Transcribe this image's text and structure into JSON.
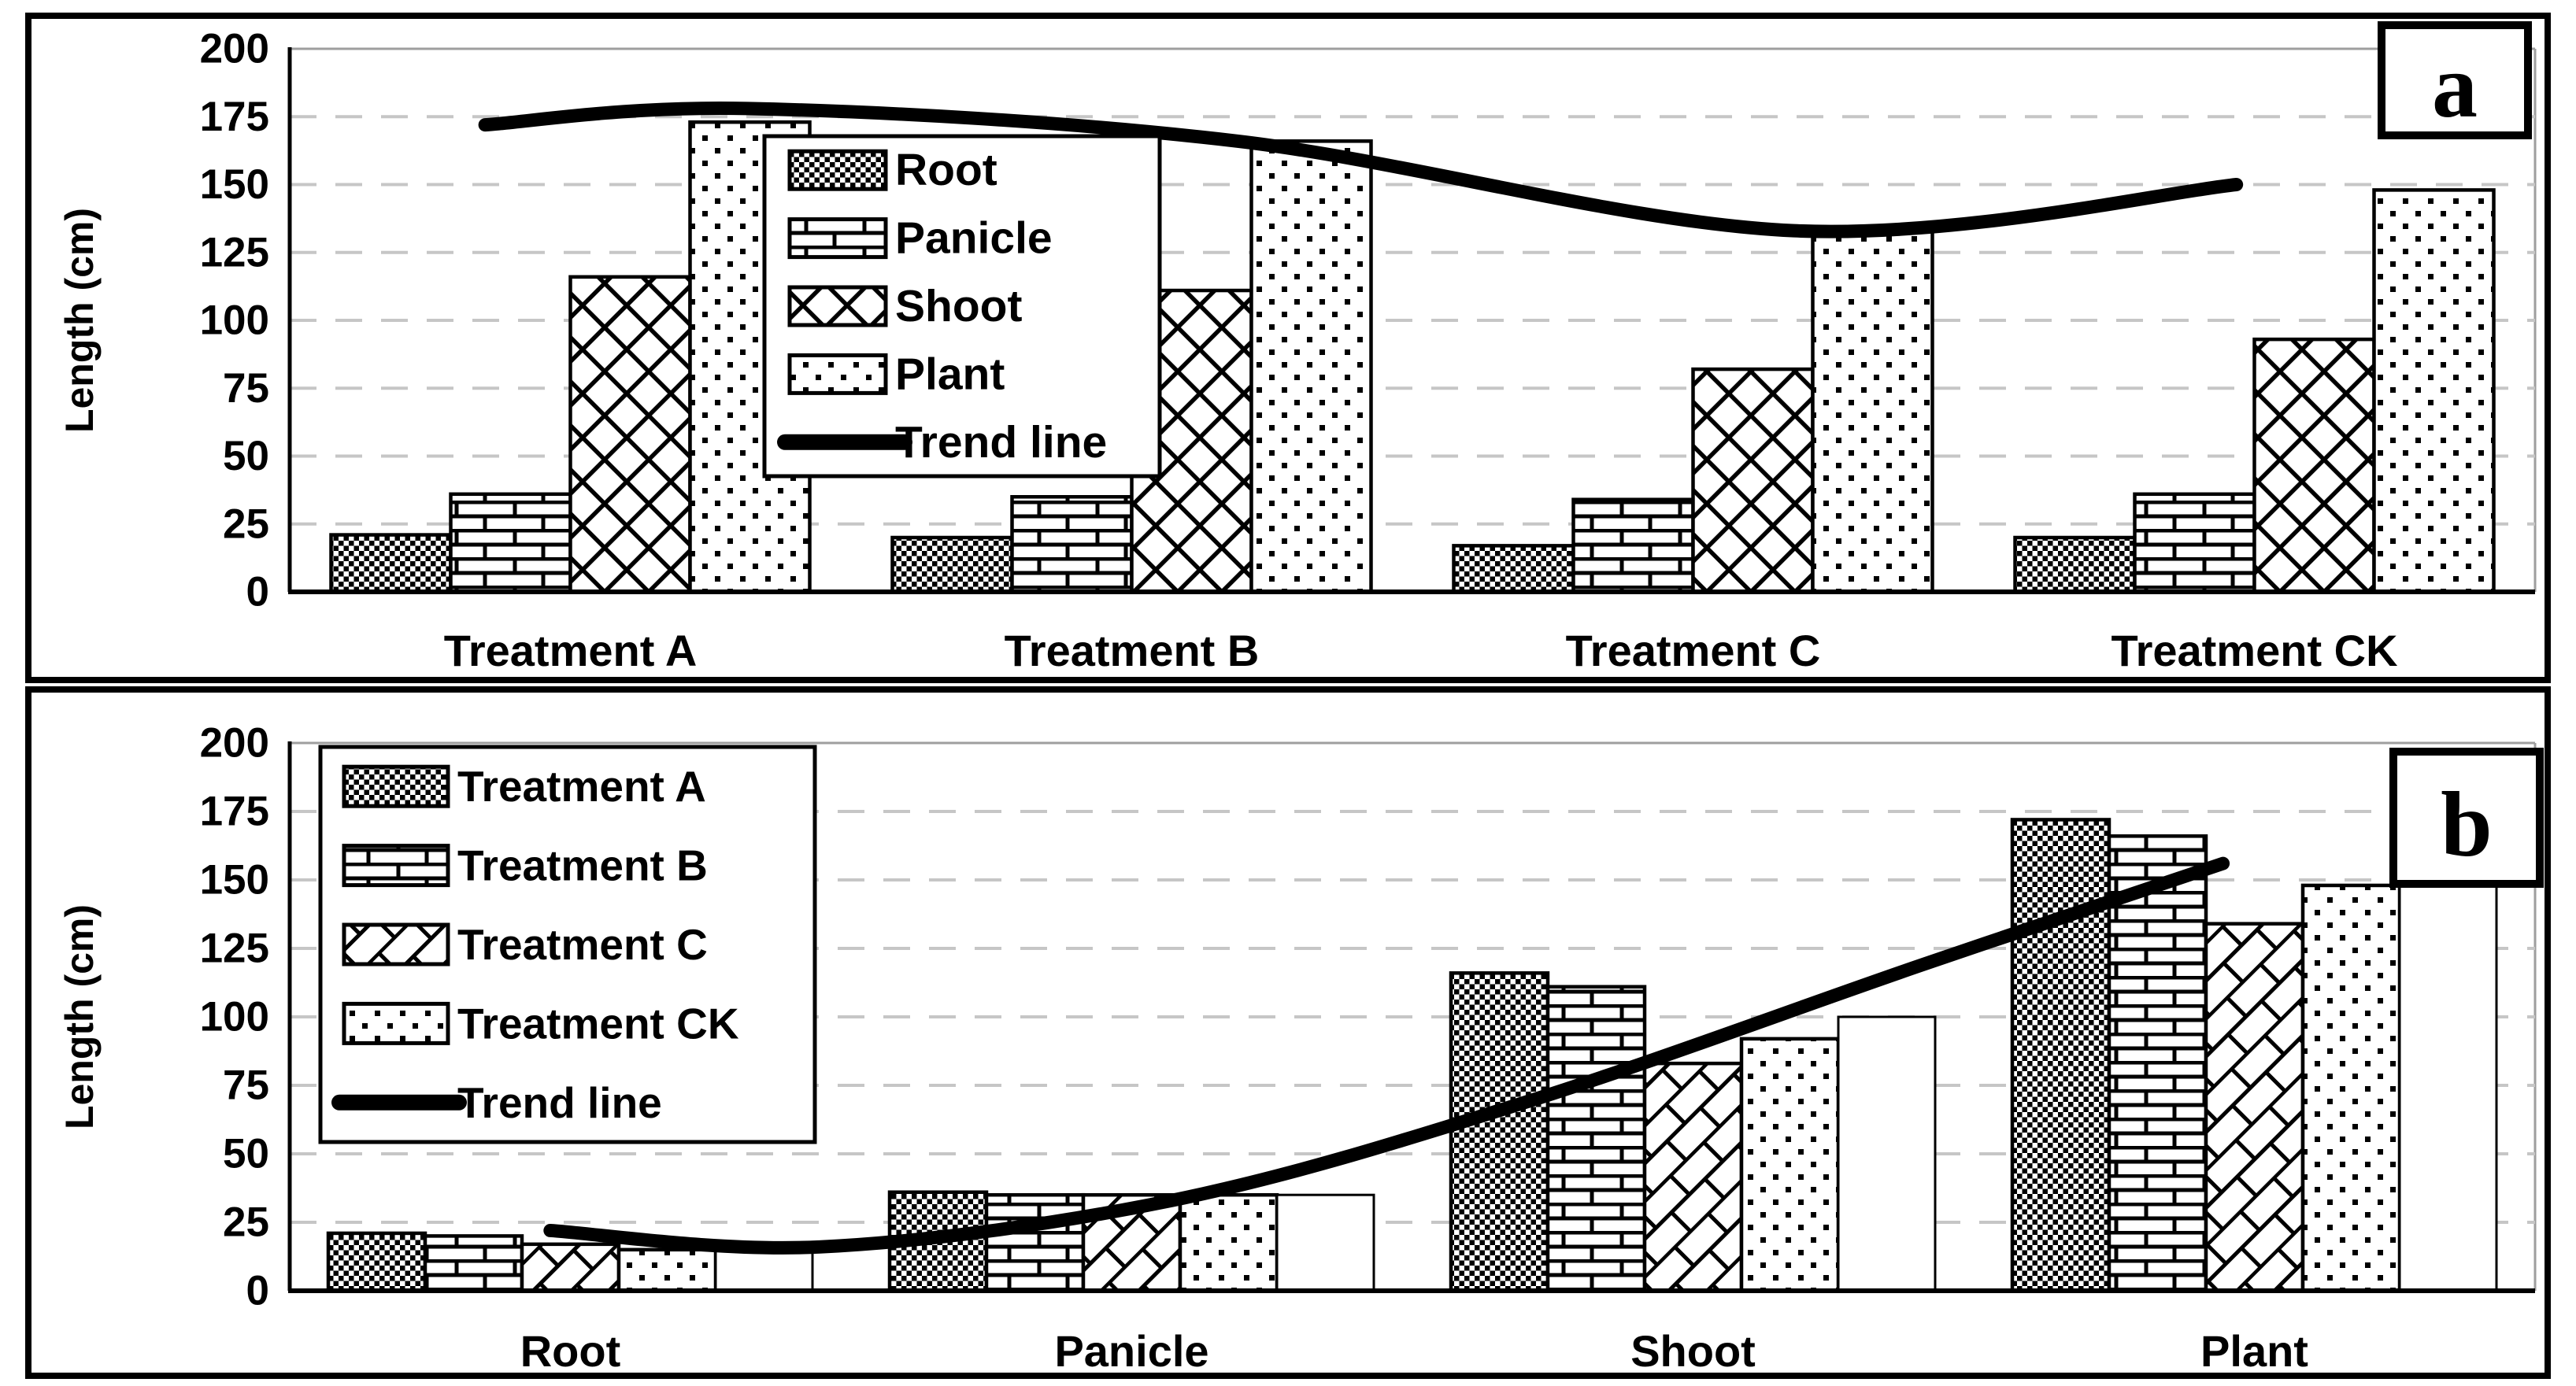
{
  "page": {
    "background": "#ffffff",
    "ink": "#000000",
    "grid_color": "#c6c6c6",
    "frame_color": "#9e9e9e"
  },
  "chart_data": [
    {
      "type": "bar",
      "panel_label": "a",
      "ylabel": "Length (cm)",
      "ylim": [
        0,
        200
      ],
      "ytick_step": 25,
      "yticks": [
        "0",
        "25",
        "50",
        "75",
        "100",
        "125",
        "150",
        "175",
        "200"
      ],
      "grid": "horizontal dashed",
      "legend_position": "inside upper-middle-left",
      "categories": [
        "Treatment A",
        "Treatment B",
        "Treatment C",
        "Treatment CK"
      ],
      "series": [
        {
          "name": "Root",
          "pattern": "checker",
          "values": [
            21,
            20,
            17,
            20
          ]
        },
        {
          "name": "Panicle",
          "pattern": "brick",
          "values": [
            36,
            35,
            34,
            36
          ]
        },
        {
          "name": "Shoot",
          "pattern": "diamond",
          "values": [
            116,
            111,
            82,
            93
          ]
        },
        {
          "name": "Plant",
          "pattern": "dots",
          "values": [
            173,
            166,
            134,
            148
          ]
        }
      ],
      "trend": {
        "name": "Trend line",
        "points": [
          {
            "x": 0.087,
            "y": 172
          },
          {
            "x": 0.204,
            "y": 178
          },
          {
            "x": 0.422,
            "y": 166
          },
          {
            "x": 0.67,
            "y": 133
          },
          {
            "x": 0.867,
            "y": 150
          }
        ]
      },
      "legend": [
        {
          "label": "Root",
          "swatch": "checker"
        },
        {
          "label": "Panicle",
          "swatch": "brick"
        },
        {
          "label": "Shoot",
          "swatch": "diamond"
        },
        {
          "label": "Plant",
          "swatch": "dots"
        },
        {
          "label": "Trend line",
          "swatch": "line"
        }
      ]
    },
    {
      "type": "bar",
      "panel_label": "b",
      "ylabel": "Length (cm)",
      "ylim": [
        0,
        200
      ],
      "ytick_step": 25,
      "yticks": [
        "0",
        "25",
        "50",
        "75",
        "100",
        "125",
        "150",
        "175",
        "200"
      ],
      "grid": "horizontal dashed",
      "legend_position": "inside upper-left",
      "categories": [
        "Root",
        "Panicle",
        "Shoot",
        "Plant"
      ],
      "series": [
        {
          "name": "Treatment A",
          "pattern": "checker",
          "values": [
            21,
            36,
            116,
            172
          ]
        },
        {
          "name": "Treatment B",
          "pattern": "brick",
          "values": [
            20,
            35,
            111,
            166
          ]
        },
        {
          "name": "Treatment C",
          "pattern": "diagbrick",
          "values": [
            17,
            35,
            83,
            134
          ]
        },
        {
          "name": "Treatment CK",
          "pattern": "dots",
          "values": [
            15,
            35,
            92,
            148
          ]
        },
        {
          "name": "",
          "pattern": "white",
          "values": [
            15,
            35,
            100,
            155
          ]
        }
      ],
      "trend": {
        "name": "Trend line",
        "points": [
          {
            "x": 0.116,
            "y": 22
          },
          {
            "x": 0.236,
            "y": 16
          },
          {
            "x": 0.393,
            "y": 33
          },
          {
            "x": 0.551,
            "y": 69
          },
          {
            "x": 0.727,
            "y": 119
          },
          {
            "x": 0.861,
            "y": 156
          }
        ]
      },
      "legend": [
        {
          "label": "Treatment A",
          "swatch": "checker"
        },
        {
          "label": "Treatment B",
          "swatch": "brick"
        },
        {
          "label": "Treatment C",
          "swatch": "diagbrick"
        },
        {
          "label": "Treatment CK",
          "swatch": "dots"
        },
        {
          "label": "Trend line",
          "swatch": "line"
        }
      ]
    }
  ]
}
